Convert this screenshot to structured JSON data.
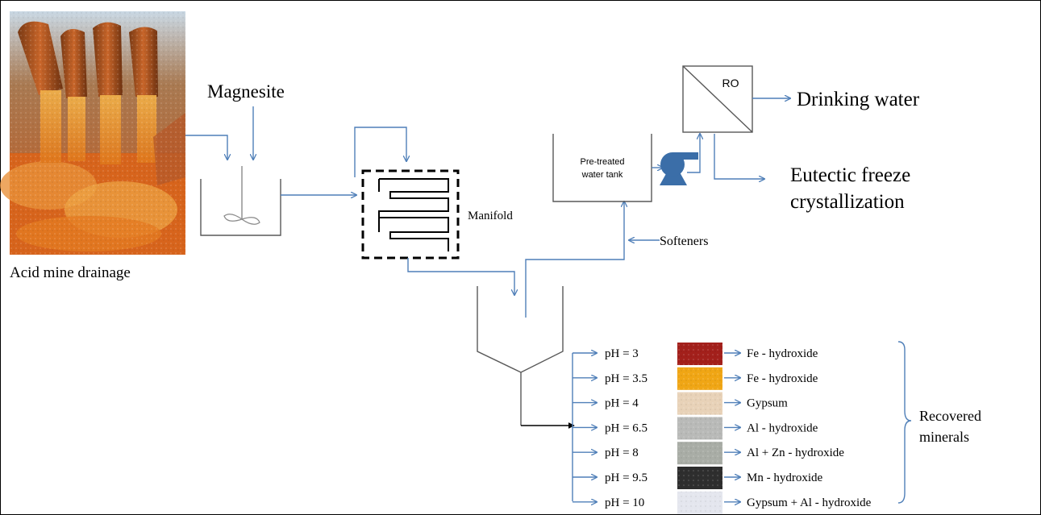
{
  "labels": {
    "acid_mine_drainage": "Acid mine drainage",
    "magnesite": "Magnesite",
    "manifold": "Manifold",
    "pretreated_tank_line1": "Pre-treated",
    "pretreated_tank_line2": "water tank",
    "softeners": "Softeners",
    "ro": "RO",
    "drinking_water": "Drinking water",
    "eutectic_line1": "Eutectic freeze",
    "eutectic_line2": "crystallization",
    "recovered_line1": "Recovered",
    "recovered_line2": "minerals"
  },
  "colors": {
    "flow_arrow": "#4f7fb8",
    "pump": "#3b6ea8",
    "drainage_orange": "#d9701e"
  },
  "precipitation_stages": [
    {
      "ph": "pH = 3",
      "mineral": "Fe - hydroxide",
      "swatch": "#a3201b"
    },
    {
      "ph": "pH = 3.5",
      "mineral": "Fe - hydroxide",
      "swatch": "#f0a615"
    },
    {
      "ph": "pH = 4",
      "mineral": "Gypsum",
      "swatch": "#e8d2b8"
    },
    {
      "ph": "pH = 6.5",
      "mineral": "Al - hydroxide",
      "swatch": "#b9bab8"
    },
    {
      "ph": "pH = 8",
      "mineral": "Al + Zn - hydroxide",
      "swatch": "#a9ada6"
    },
    {
      "ph": "pH = 9.5",
      "mineral": "Mn - hydroxide",
      "swatch": "#2e2e2e"
    },
    {
      "ph": "pH = 10",
      "mineral": "Gypsum + Al - hydroxide",
      "swatch": "#e4e6ee"
    }
  ]
}
